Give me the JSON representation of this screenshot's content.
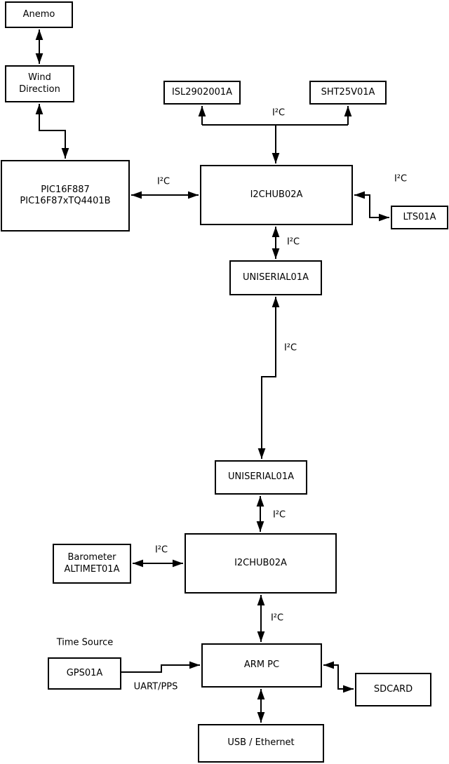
{
  "diagram": {
    "boxes": {
      "anemo": {
        "label": "Anemo"
      },
      "wind_direction": {
        "label": "Wind\nDirection"
      },
      "pic": {
        "label": "PIC16F887\nPIC16F87xTQ4401B"
      },
      "isl": {
        "label": "ISL2902001A"
      },
      "sht": {
        "label": "SHT25V01A"
      },
      "i2chub_top": {
        "label": "I2CHUB02A"
      },
      "lts": {
        "label": "LTS01A"
      },
      "uniserial_top": {
        "label": "UNISERIAL01A"
      },
      "uniserial_bottom": {
        "label": "UNISERIAL01A"
      },
      "i2chub_bottom": {
        "label": "I2CHUB02A"
      },
      "barometer": {
        "label": "Barometer\nALTIMET01A"
      },
      "arm_pc": {
        "label": "ARM PC"
      },
      "gps": {
        "label": "GPS01A"
      },
      "sdcard": {
        "label": "SDCARD"
      },
      "usb_ethernet": {
        "label": "USB / Ethernet"
      }
    },
    "labels": {
      "i2c": "I²C",
      "time_source": "Time Source",
      "uart_pps": "UART/PPS"
    },
    "colors": {
      "line": "#000000",
      "box_border": "#000000",
      "box_fill": "#ffffff",
      "text": "#000000",
      "background": "#ffffff"
    }
  }
}
